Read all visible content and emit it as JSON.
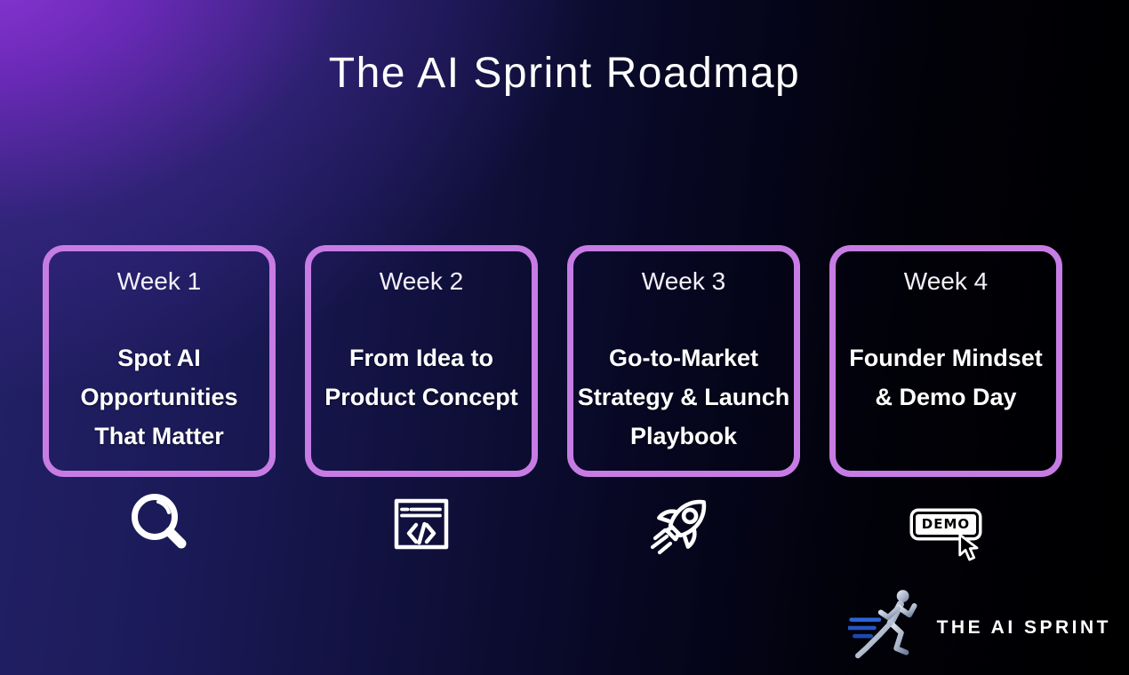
{
  "title": "The AI Sprint Roadmap",
  "cards": [
    {
      "week": "Week 1",
      "lines": [
        "Spot AI",
        "Opportunities",
        "That Matter"
      ],
      "icon": "magnifier"
    },
    {
      "week": "Week 2",
      "lines": [
        "From Idea to",
        "Product Concept"
      ],
      "icon": "code-window"
    },
    {
      "week": "Week 3",
      "lines": [
        "Go-to-Market",
        "Strategy & Launch",
        "Playbook"
      ],
      "icon": "rocket"
    },
    {
      "week": "Week 4",
      "lines": [
        "Founder Mindset",
        "& Demo Day"
      ],
      "icon": "demo-button"
    }
  ],
  "icons": {
    "demo_label": "DEMO"
  },
  "logo": {
    "brand": "THE AI SPRINT"
  },
  "colors": {
    "card_border": "#c77ce4",
    "bg_purple": "#9338dc",
    "bg_navy": "#1e1b5e",
    "bg_black": "#000000",
    "speed_line_blue": "#2e63d8",
    "text": "#ffffff"
  }
}
